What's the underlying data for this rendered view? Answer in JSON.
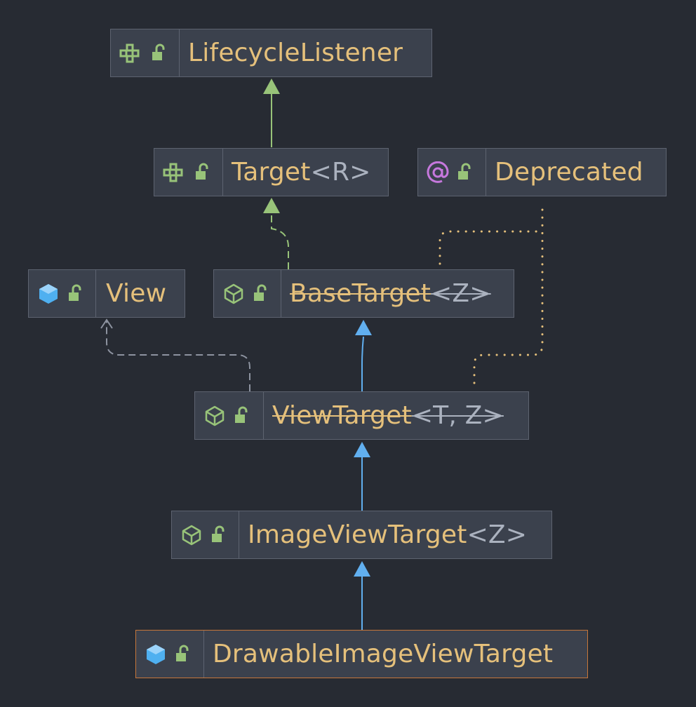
{
  "diagram": {
    "nodes": [
      {
        "id": "lifecycle-listener",
        "kind": "interface",
        "name": "LifecycleListener",
        "generics": "",
        "deprecated": false
      },
      {
        "id": "target",
        "kind": "interface",
        "name": "Target",
        "generics": "<R>",
        "deprecated": false
      },
      {
        "id": "deprecated",
        "kind": "annotation",
        "name": "Deprecated",
        "generics": "",
        "deprecated": false
      },
      {
        "id": "view",
        "kind": "class",
        "name": "View",
        "generics": "",
        "deprecated": false
      },
      {
        "id": "base-target",
        "kind": "abstract-class",
        "name": "BaseTarget",
        "generics": "<Z>",
        "deprecated": true
      },
      {
        "id": "view-target",
        "kind": "abstract-class",
        "name": "ViewTarget",
        "generics": "<T, Z>",
        "deprecated": true
      },
      {
        "id": "image-view-target",
        "kind": "abstract-class",
        "name": "ImageViewTarget",
        "generics": "<Z>",
        "deprecated": false
      },
      {
        "id": "drawable-image-view-target",
        "kind": "class",
        "name": "DrawableImageViewTarget",
        "generics": "",
        "deprecated": false,
        "selected": true
      }
    ],
    "edges": [
      {
        "from": "target",
        "to": "lifecycle-listener",
        "type": "extends-interface"
      },
      {
        "from": "base-target",
        "to": "target",
        "type": "implements"
      },
      {
        "from": "base-target",
        "to": "deprecated",
        "type": "annotated-with"
      },
      {
        "from": "view-target",
        "to": "base-target",
        "type": "extends"
      },
      {
        "from": "view-target",
        "to": "view",
        "type": "depends"
      },
      {
        "from": "view-target",
        "to": "deprecated",
        "type": "annotated-with"
      },
      {
        "from": "image-view-target",
        "to": "view-target",
        "type": "extends"
      },
      {
        "from": "drawable-image-view-target",
        "to": "image-view-target",
        "type": "extends"
      }
    ]
  },
  "colors": {
    "background": "#272b33",
    "node_fill": "#3b414d",
    "node_border": "#5d6370",
    "selected_border": "#c6763a",
    "name_text": "#e5c07b",
    "generic_text": "#abb2bf",
    "interface_icon": "#98c379",
    "class_icon": "#4fb0f0",
    "abstract_icon": "#98c379",
    "annotation_icon": "#c678dd",
    "lock_icon": "#98c379",
    "extends_arrow": "#61afef",
    "interface_arrow": "#98c379",
    "depends_arrow": "#8d93a0",
    "annotation_link": "#e5c07b"
  }
}
